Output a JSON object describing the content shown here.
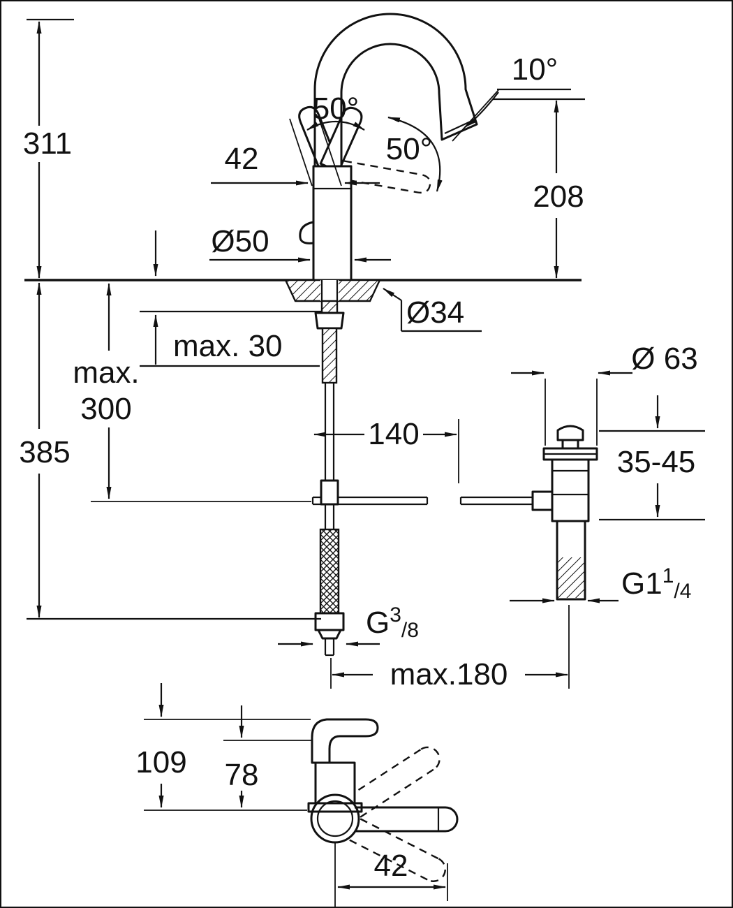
{
  "page": {
    "bg": "#ffffff"
  },
  "drawing": {
    "line_color": "#111111",
    "labels": {
      "d311": "311",
      "d385": "385",
      "max300_l1": "max.",
      "max300_l2": "300",
      "max30": "max. 30",
      "w42": "42",
      "a50_left": "50°",
      "a50_right": "50°",
      "a10": "10°",
      "h208": "208",
      "dia50": "Ø50",
      "dia34": "Ø34",
      "r140": "140",
      "dia63": "Ø 63",
      "deck3545": "35-45",
      "g114_prefix": "G1",
      "g114_num": "1",
      "g114_den": "/4",
      "g38_prefix": "G",
      "g38_num": "3",
      "g38_den": "/8",
      "max180": "max.180",
      "f109": "109",
      "f78": "78",
      "f42": "42"
    }
  }
}
